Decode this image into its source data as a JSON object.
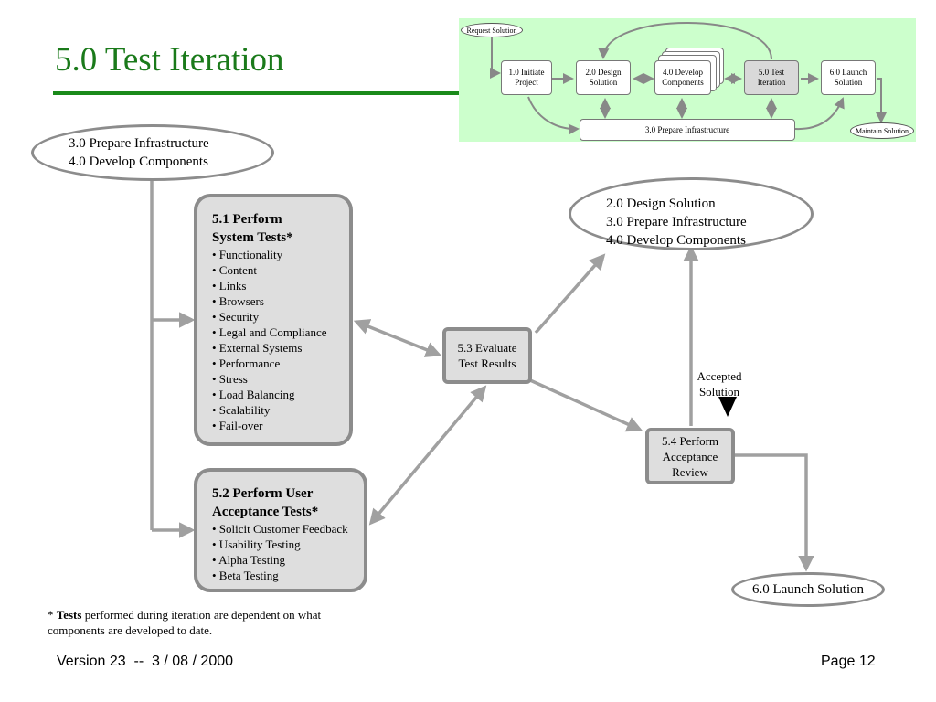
{
  "slide": {
    "title": "5.0 Test Iteration",
    "footnote": {
      "prefix": "*",
      "bold": "Tests",
      "rest": "performed during iteration are dependent on what components are developed to date."
    },
    "version": "Version 23  --  3 / 08 / 2000",
    "page": "Page 12"
  },
  "minimap": {
    "request": "Request Solution",
    "maintain": "Maintain Solution",
    "initiate": [
      "1.0  Initiate",
      "Project"
    ],
    "design": [
      "2.0  Design",
      "Solution"
    ],
    "develop": [
      "4.0  Develop",
      "Components"
    ],
    "test": [
      "5.0  Test",
      "Iteration"
    ],
    "launch": [
      "6.0  Launch",
      "Solution"
    ],
    "infra": "3.0  Prepare Infrastructure"
  },
  "diagram": {
    "input_oval": [
      "3.0  Prepare Infrastructure",
      "4.0  Develop Components"
    ],
    "system_tests": {
      "title": [
        "5.1  Perform",
        "System Tests*"
      ],
      "items": [
        "• Functionality",
        "• Content",
        "• Links",
        "• Browsers",
        "• Security",
        "• Legal and Compliance",
        "• External Systems",
        "• Performance",
        "• Stress",
        "• Load Balancing",
        "• Scalability",
        "• Fail-over"
      ]
    },
    "user_tests": {
      "title": [
        "5.2  Perform User",
        "Acceptance Tests*"
      ],
      "items": [
        "• Solicit Customer Feedback",
        "• Usability Testing",
        "• Alpha Testing",
        "• Beta Testing"
      ]
    },
    "evaluate": [
      "5.3  Evaluate",
      "Test Results"
    ],
    "rework_oval": [
      "2.0  Design Solution",
      "3.0  Prepare Infrastructure",
      "4.0  Develop Components"
    ],
    "acceptance": [
      "5.4  Perform",
      "Acceptance",
      "Review"
    ],
    "accepted_label": [
      "Accepted",
      "Solution"
    ],
    "launch_oval": "6.0  Launch Solution"
  }
}
